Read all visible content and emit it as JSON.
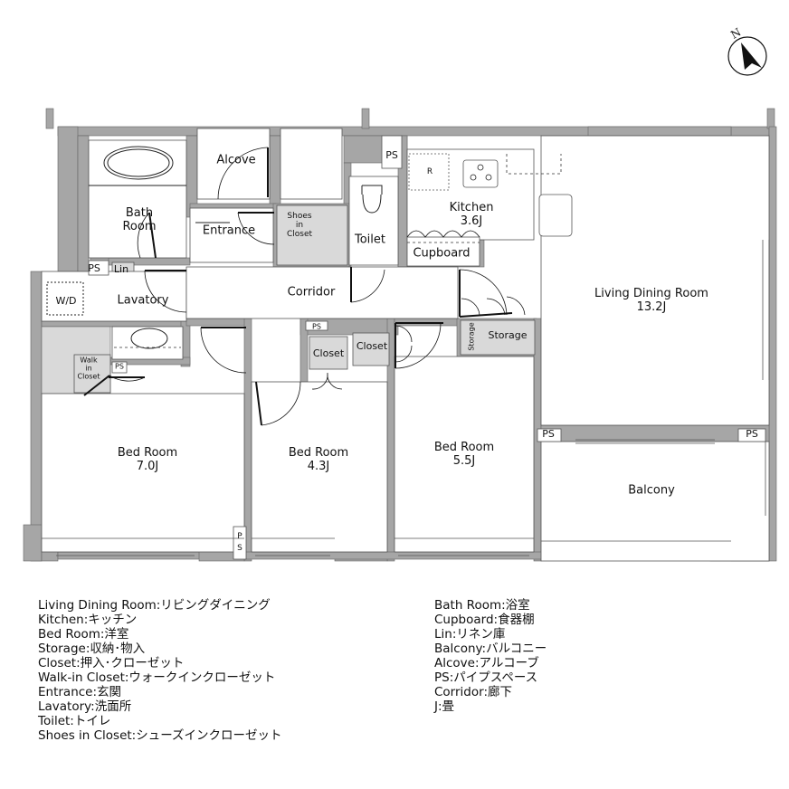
{
  "compass": {
    "label": "N"
  },
  "rooms": {
    "living_dining": {
      "name": "Living Dining Room",
      "area": "13.2J"
    },
    "kitchen": {
      "name": "Kitchen",
      "area": "3.6J"
    },
    "bedroom_1": {
      "name": "Bed Room",
      "area": "7.0J"
    },
    "bedroom_2": {
      "name": "Bed Room",
      "area": "4.3J"
    },
    "bedroom_3": {
      "name": "Bed Room",
      "area": "5.5J"
    },
    "balcony": {
      "name": "Balcony"
    },
    "corridor": {
      "name": "Corridor"
    },
    "entrance": {
      "name": "Entrance"
    },
    "alcove": {
      "name": "Alcove"
    },
    "bath": {
      "name": "Bath\nRoom",
      "line1": "Bath",
      "line2": "Room"
    },
    "toilet": {
      "name": "Toilet"
    },
    "lavatory": {
      "name": "Lavatory"
    },
    "cupboard": {
      "name": "Cupboard"
    },
    "shoes_closet": {
      "line1": "Shoes",
      "line2": "in",
      "line3": "Closet"
    },
    "walk_in_closet": {
      "line1": "Walk",
      "line2": "in",
      "line3": "Closet"
    },
    "closet_a": {
      "name": "Closet"
    },
    "closet_b": {
      "name": "Closet"
    },
    "storage_small": {
      "name": "Storage"
    },
    "storage": {
      "name": "Storage"
    },
    "lin": {
      "name": "Lin"
    },
    "wd": {
      "name": "W/D"
    },
    "fridge": {
      "name": "R"
    }
  },
  "ps_labels": [
    "PS",
    "PS",
    "PS",
    "PS",
    "PS",
    "PS",
    "P",
    "S"
  ],
  "legend": {
    "left": [
      "Living Dining Room:リビングダイニング",
      "Kitchen:キッチン",
      "Bed Room:洋室",
      "Storage:収納･物入",
      "Closet:押入･クローゼット",
      "Walk-in Closet:ウォークインクローゼット",
      "Entrance:玄関",
      "Lavatory:洗面所",
      "Toilet:トイレ",
      "Shoes in Closet:シューズインクローゼット"
    ],
    "right": [
      "Bath Room:浴室",
      "Cupboard:食器棚",
      "Lin:リネン庫",
      "Balcony:バルコニー",
      "Alcove:アルコーブ",
      "PS:パイプスペース",
      "Corridor:廊下",
      "J:畳"
    ]
  },
  "colors": {
    "wall": "#a6a6a6",
    "storage_fill": "#d9d9d9",
    "line": "#111111"
  }
}
